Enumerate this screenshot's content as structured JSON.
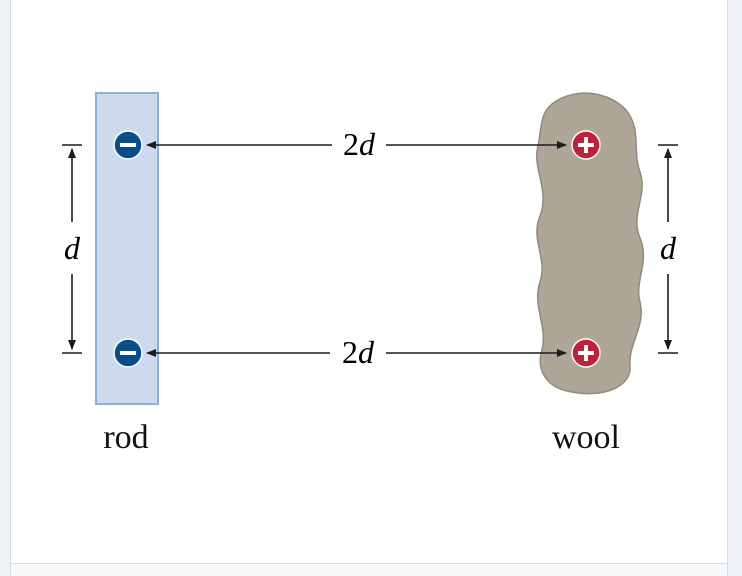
{
  "labels": {
    "top_distance_coef": "2",
    "top_distance_var": "d",
    "bottom_distance_coef": "2",
    "bottom_distance_var": "d",
    "left_separation": "d",
    "right_separation": "d",
    "rod": "rod",
    "wool": "wool",
    "minus_sign": "−",
    "plus_sign": "+"
  },
  "colors": {
    "rod_fill": "#cdd9ec",
    "rod_stroke": "#8fb0d6",
    "wool_fill": "#aea797",
    "wool_stroke": "#918a7b",
    "negative_charge": "#0b4f8a",
    "positive_charge": "#c1203a",
    "line": "#1c1c1c",
    "frame_border": "#d3dce6"
  },
  "icons": {
    "negative_charge": "minus-circle-icon",
    "positive_charge": "plus-circle-icon"
  }
}
